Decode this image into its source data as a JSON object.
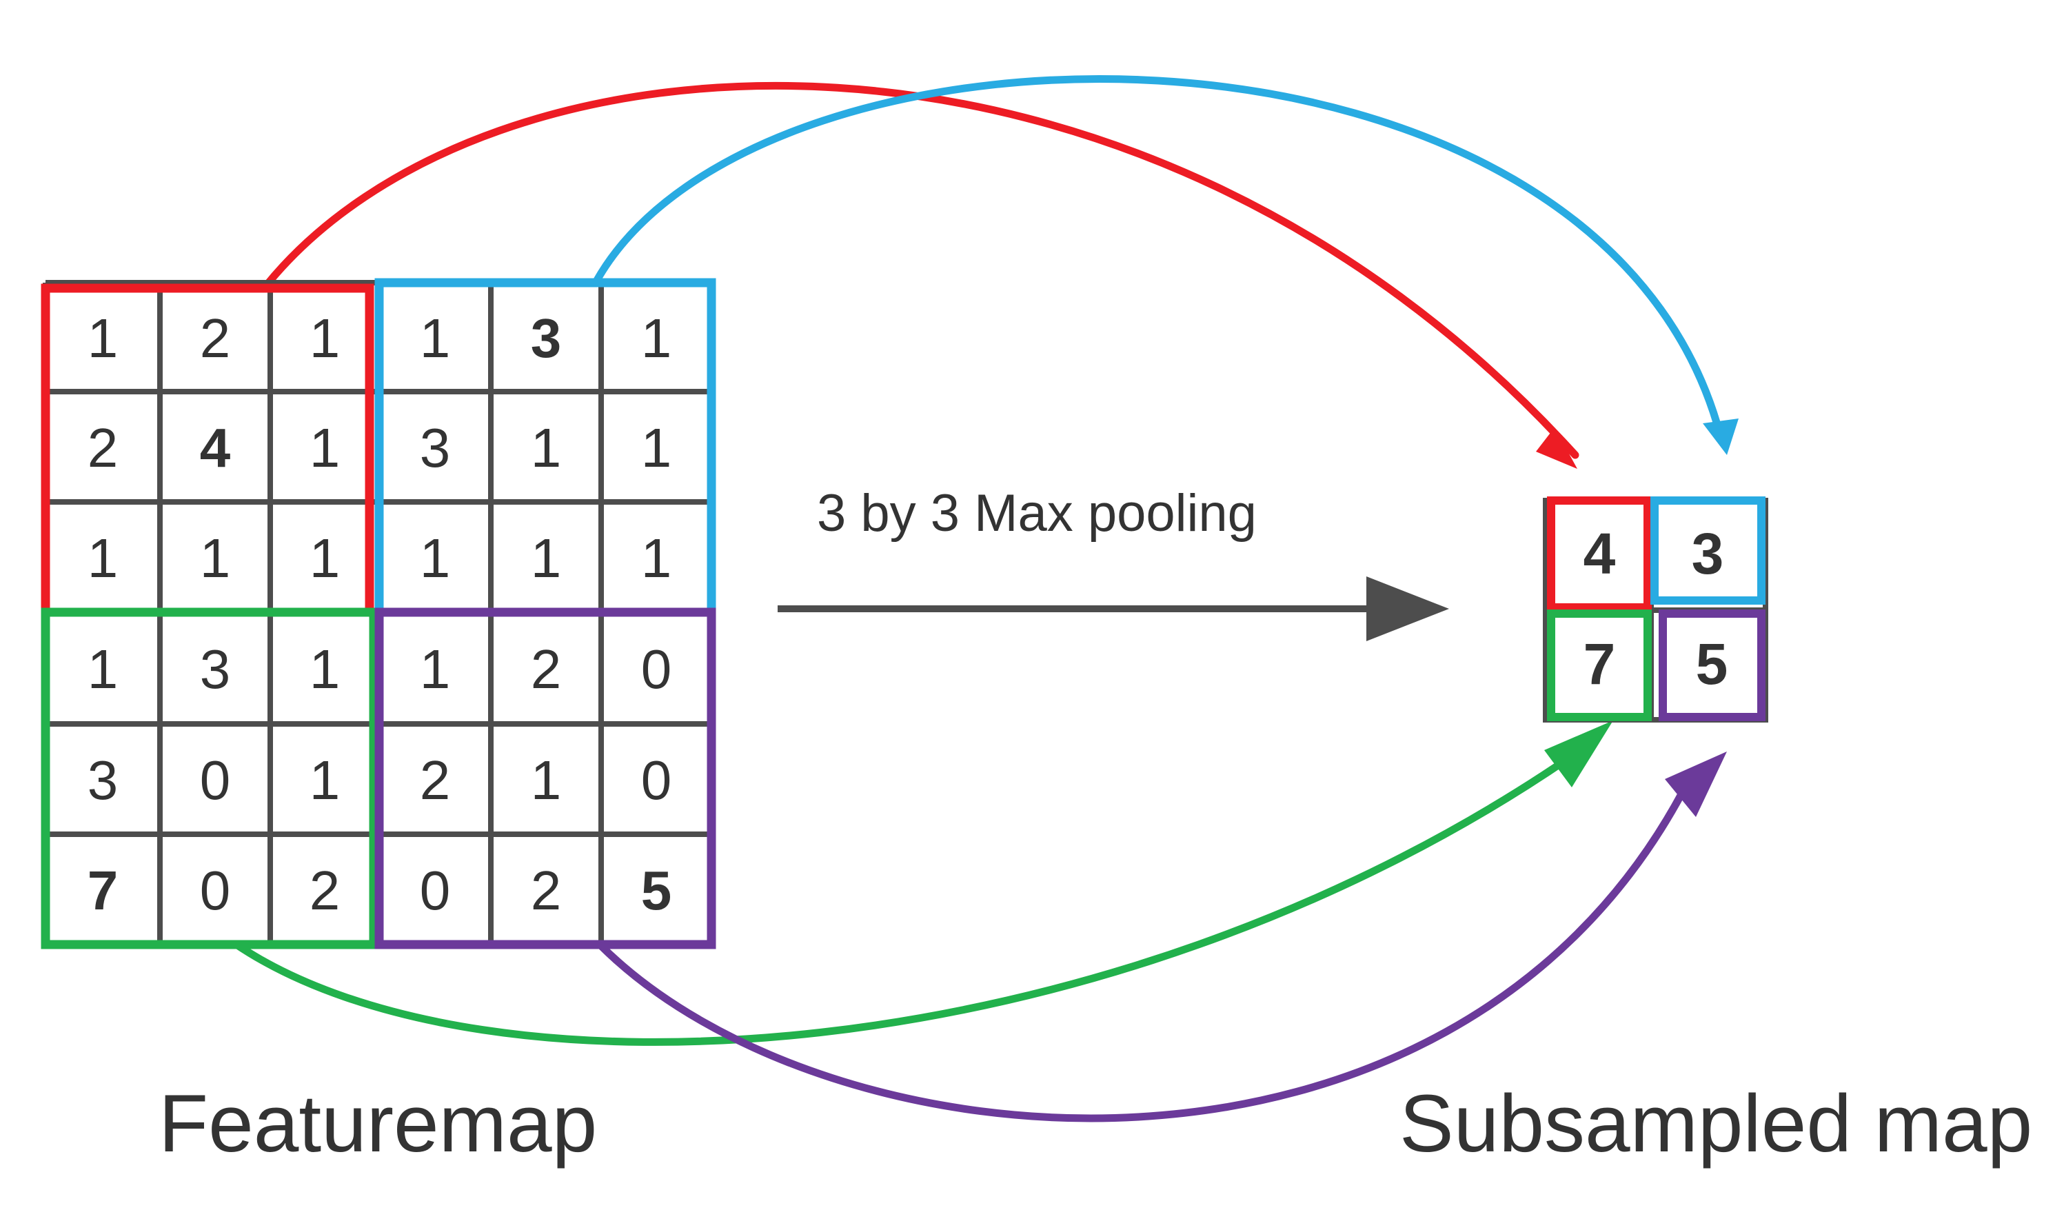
{
  "colors": {
    "red": "#ED1C24",
    "blue": "#29ABE2",
    "blue_text": "#1B6BB0",
    "green": "#22B14C",
    "purple": "#6B3A9A",
    "grid": "#4D4D4D",
    "text": "#333333"
  },
  "featuremap": {
    "label": "Featuremap",
    "rows": [
      [
        1,
        2,
        1,
        1,
        3,
        1
      ],
      [
        2,
        4,
        1,
        3,
        1,
        1
      ],
      [
        1,
        1,
        1,
        1,
        1,
        1
      ],
      [
        1,
        3,
        1,
        1,
        2,
        0
      ],
      [
        3,
        0,
        1,
        2,
        1,
        0
      ],
      [
        7,
        0,
        2,
        0,
        2,
        5
      ]
    ]
  },
  "operation": {
    "label": "3 by 3 Max pooling"
  },
  "subsampled": {
    "label": "Subsampled map",
    "rows": [
      [
        4,
        3
      ],
      [
        7,
        5
      ]
    ]
  },
  "regions": [
    {
      "name": "top-left",
      "color": "red",
      "max": 4,
      "max_row": 1,
      "max_col": 1
    },
    {
      "name": "top-right",
      "color": "blue",
      "max": 3,
      "max_row": 0,
      "max_col": 4
    },
    {
      "name": "bottom-left",
      "color": "green",
      "max": 7,
      "max_row": 5,
      "max_col": 0
    },
    {
      "name": "bottom-right",
      "color": "purple",
      "max": 5,
      "max_row": 5,
      "max_col": 5
    }
  ],
  "arrows": [
    {
      "name": "arrow-red",
      "color": "red",
      "from": "featuremap.top-left",
      "to": "subsampled.top-left"
    },
    {
      "name": "arrow-blue",
      "color": "blue",
      "from": "featuremap.top-right",
      "to": "subsampled.top-right"
    },
    {
      "name": "arrow-green",
      "color": "green",
      "from": "featuremap.bottom-left",
      "to": "subsampled.bottom-left"
    },
    {
      "name": "arrow-purple",
      "color": "purple",
      "from": "featuremap.bottom-right",
      "to": "subsampled.bottom-right"
    }
  ]
}
